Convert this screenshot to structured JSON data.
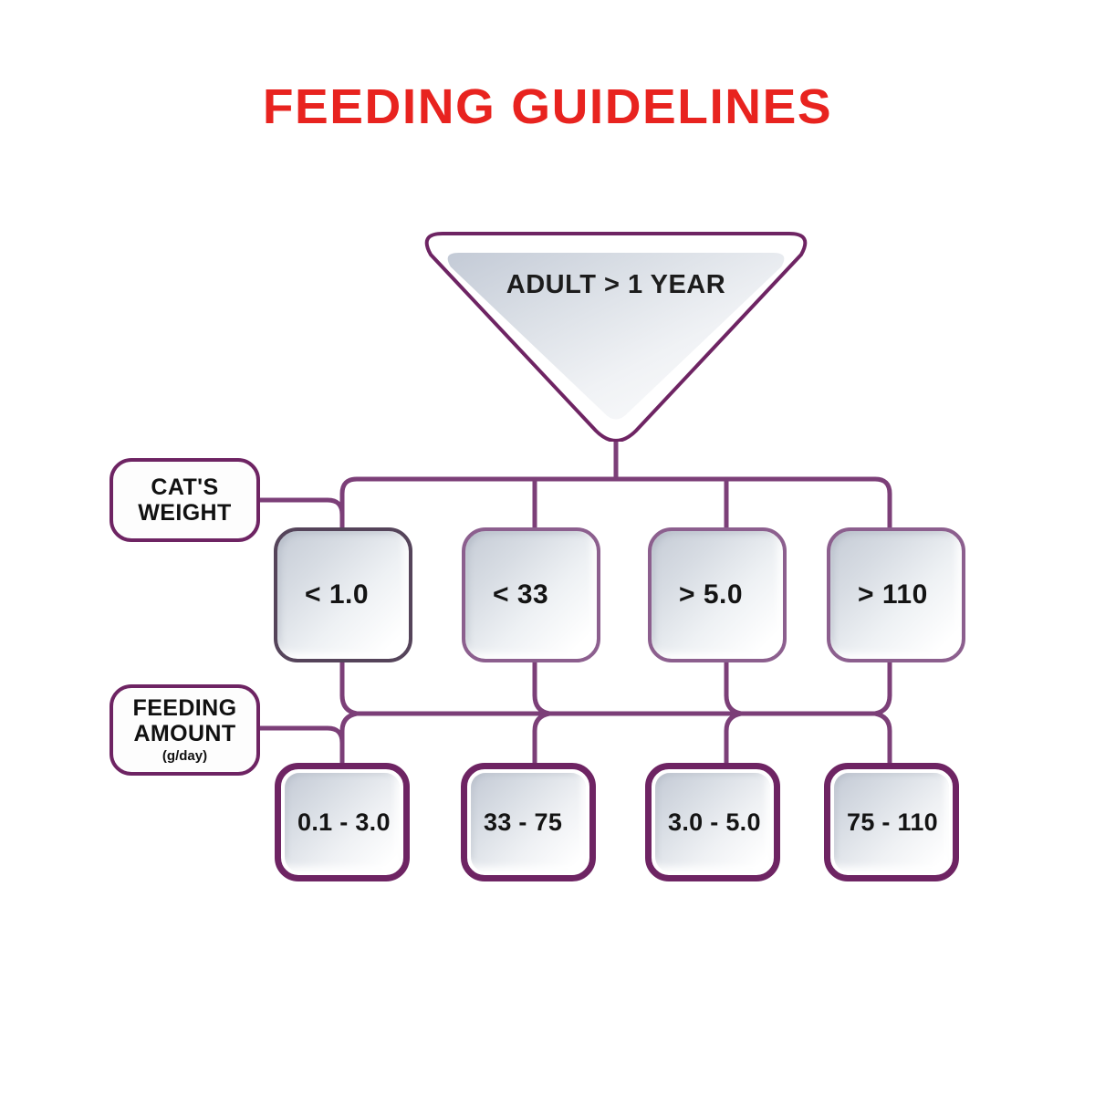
{
  "page": {
    "title": "FEEDING GUIDELINES",
    "title_color": "#E8231F",
    "background": "#FFFFFF",
    "accent_purple": "#6E2463",
    "box_border": "#55445A"
  },
  "root_node": {
    "label": "ADULT > 1 YEAR",
    "shape": "triangle-down"
  },
  "row_labels": {
    "weight": {
      "line1": "CAT'S",
      "line2": "WEIGHT"
    },
    "amount": {
      "line1": "FEEDING",
      "line2": "AMOUNT",
      "sub": "(g/day)"
    }
  },
  "chart_data": {
    "type": "table",
    "title": "FEEDING GUIDELINES",
    "root": "ADULT > 1 YEAR",
    "row_headers": [
      "CAT'S WEIGHT",
      "FEEDING AMOUNT (g/day)"
    ],
    "columns": [
      {
        "weight": "< 1.0",
        "amount": "0.1 - 3.0"
      },
      {
        "weight": "< 33",
        "amount": "33 - 75"
      },
      {
        "weight": "> 5.0",
        "amount": "3.0 - 5.0"
      },
      {
        "weight": "> 110",
        "amount": "75 - 110"
      }
    ]
  },
  "weights": [
    {
      "value": "< 1.0"
    },
    {
      "value": "< 33"
    },
    {
      "value": "> 5.0"
    },
    {
      "value": "> 110"
    }
  ],
  "amounts": [
    {
      "value": "0.1 - 3.0"
    },
    {
      "value": "33 - 75"
    },
    {
      "value": "3.0 - 5.0"
    },
    {
      "value": "75 - 110"
    }
  ]
}
